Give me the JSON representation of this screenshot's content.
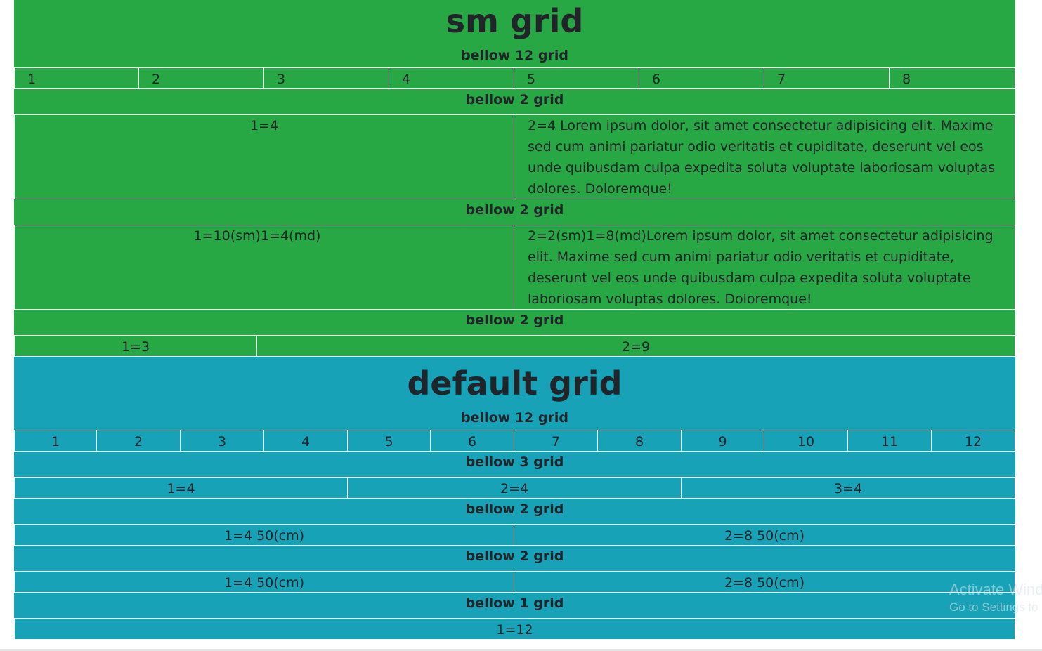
{
  "sm_section": {
    "title": "sm grid",
    "subtitle": "bellow 12 grid",
    "twelve_cells": [
      "1",
      "2",
      "3",
      "4",
      "5",
      "6",
      "7",
      "8"
    ],
    "heading_1": "bellow 2 grid",
    "row_2a": {
      "col1": "1=4",
      "col2": "2=4 Lorem ipsum dolor, sit amet consectetur adipisicing elit. Maxime sed cum animi pariatur odio veritatis et cupiditate, deserunt vel eos unde quibusdam culpa expedita soluta voluptate laboriosam voluptas dolores. Doloremque!"
    },
    "heading_2": "bellow 2 grid",
    "row_2b": {
      "col1": "1=10(sm)1=4(md)",
      "col2": "2=2(sm)1=8(md)Lorem ipsum dolor, sit amet consectetur adipisicing elit. Maxime sed cum animi pariatur odio veritatis et cupiditate, deserunt vel eos unde quibusdam culpa expedita soluta voluptate laboriosam voluptas dolores. Doloremque!"
    },
    "heading_3": "bellow 2 grid",
    "row_2c": {
      "col1": "1=3",
      "col2": "2=9"
    }
  },
  "default_section": {
    "title": "default grid",
    "subtitle": "bellow 12 grid",
    "twelve_cells": [
      "1",
      "2",
      "3",
      "4",
      "5",
      "6",
      "7",
      "8",
      "9",
      "10",
      "11",
      "12"
    ],
    "heading_1": "bellow 3 grid",
    "row_3": [
      "1=4",
      "2=4",
      "3=4"
    ],
    "heading_2": "bellow 2 grid",
    "row_2a": [
      "1=4 50(cm)",
      "2=8 50(cm)"
    ],
    "heading_3": "bellow 2 grid",
    "row_2b": [
      "1=4 50(cm)",
      "2=8 50(cm)"
    ],
    "heading_4": "bellow 1 grid",
    "row_1": [
      "1=12"
    ]
  },
  "watermark": {
    "title": "Activate Windows",
    "subtitle": "Go to Settings to activate Windows."
  },
  "colors": {
    "sm_bg": "#28a745",
    "default_bg": "#17a2b8",
    "text": "#212529"
  }
}
